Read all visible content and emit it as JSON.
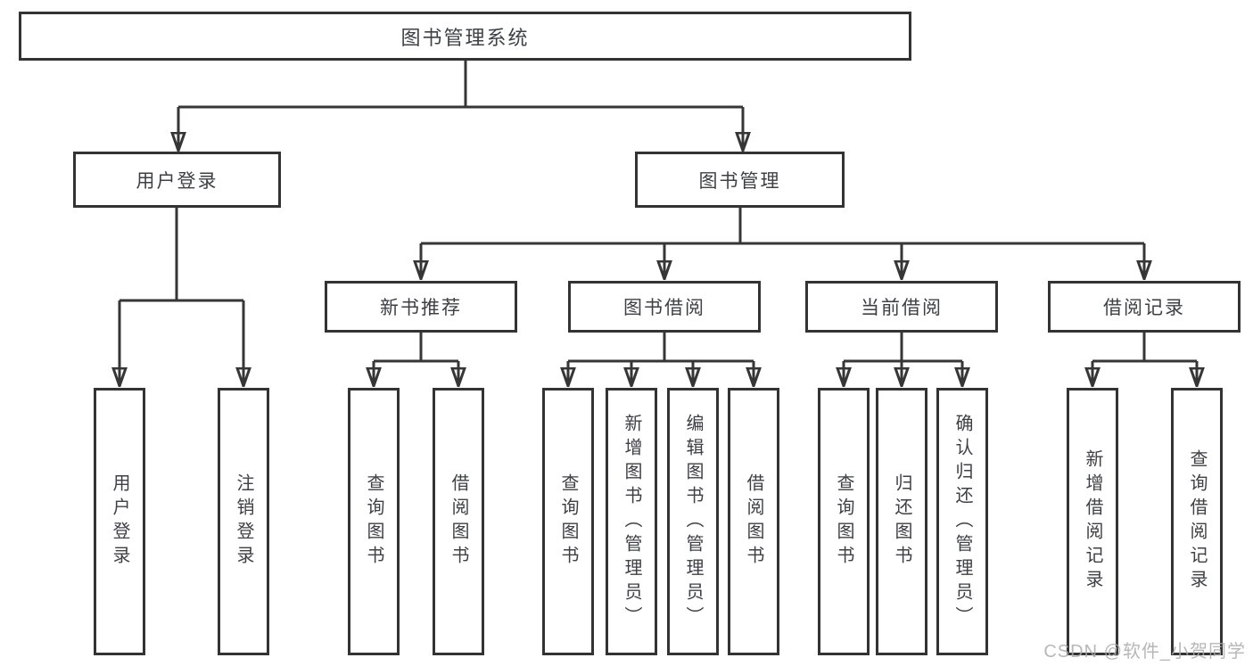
{
  "diagram": {
    "root": {
      "label": "图书管理系统"
    },
    "level1": [
      {
        "label": "用户登录",
        "parent": "图书管理系统"
      },
      {
        "label": "图书管理",
        "parent": "图书管理系统"
      }
    ],
    "level2": [
      {
        "label": "新书推荐",
        "parent": "图书管理"
      },
      {
        "label": "图书借阅",
        "parent": "图书管理"
      },
      {
        "label": "当前借阅",
        "parent": "图书管理"
      },
      {
        "label": "借阅记录",
        "parent": "图书管理"
      }
    ],
    "leaves": [
      {
        "label": "用户登录",
        "parent": "用户登录"
      },
      {
        "label": "注销登录",
        "parent": "用户登录"
      },
      {
        "label": "查询图书",
        "parent": "新书推荐"
      },
      {
        "label": "借阅图书",
        "parent": "新书推荐"
      },
      {
        "label": "查询图书",
        "parent": "图书借阅"
      },
      {
        "label": "新增图书（管理员）",
        "parent": "图书借阅"
      },
      {
        "label": "编辑图书（管理员）",
        "parent": "图书借阅"
      },
      {
        "label": "借阅图书",
        "parent": "图书借阅"
      },
      {
        "label": "查询图书",
        "parent": "当前借阅"
      },
      {
        "label": "归还图书",
        "parent": "当前借阅"
      },
      {
        "label": "确认归还（管理员）",
        "parent": "当前借阅"
      },
      {
        "label": "新增借阅记录",
        "parent": "借阅记录"
      },
      {
        "label": "查询借阅记录",
        "parent": "借阅记录"
      }
    ],
    "colors": {
      "line": "#363636",
      "text": "#3e4046",
      "box_fill": "#ffffff"
    }
  },
  "watermark": {
    "text": "CSDN @软件_小贺同学",
    "color": "#aaaaaa"
  }
}
